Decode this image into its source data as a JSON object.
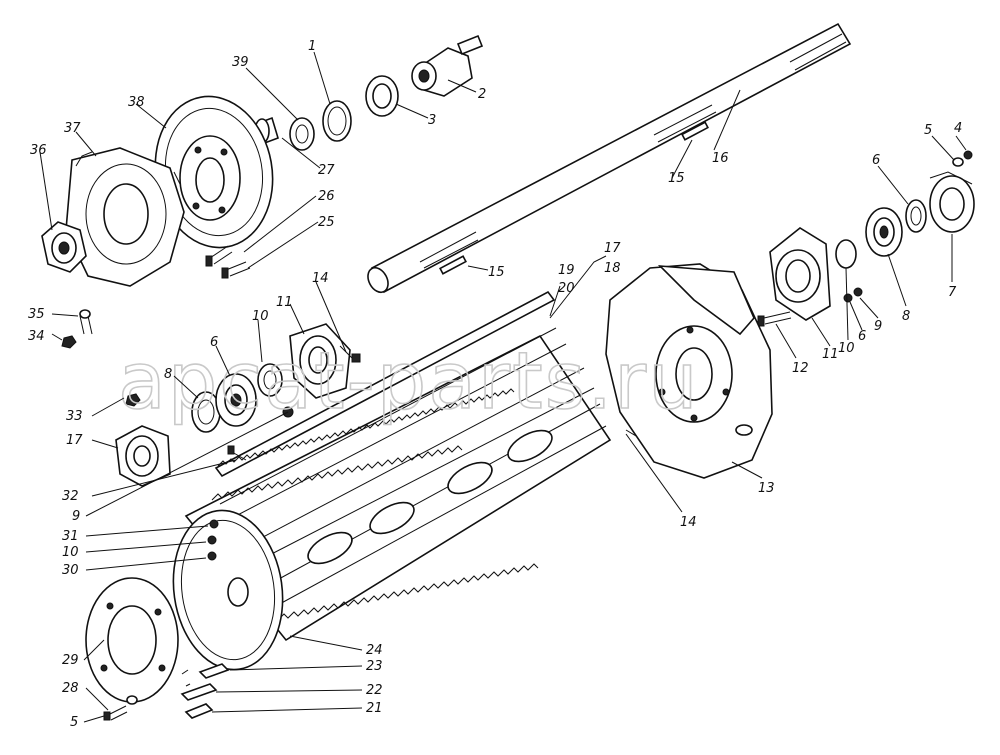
{
  "watermark": "apcat-parts.ru",
  "callouts": [
    {
      "id": "c1",
      "text": "1"
    },
    {
      "id": "c2",
      "text": "2"
    },
    {
      "id": "c3",
      "text": "3"
    },
    {
      "id": "c4a",
      "text": "4"
    },
    {
      "id": "c5a",
      "text": "5"
    },
    {
      "id": "c6a",
      "text": "6"
    },
    {
      "id": "c7a",
      "text": "7"
    },
    {
      "id": "c8a",
      "text": "8"
    },
    {
      "id": "c9a",
      "text": "9"
    },
    {
      "id": "c6b",
      "text": "6"
    },
    {
      "id": "c10a",
      "text": "10"
    },
    {
      "id": "c11a",
      "text": "11"
    },
    {
      "id": "c12",
      "text": "12"
    },
    {
      "id": "c13",
      "text": "13"
    },
    {
      "id": "c14a",
      "text": "14"
    },
    {
      "id": "c14b",
      "text": "14"
    },
    {
      "id": "c15a",
      "text": "15"
    },
    {
      "id": "c15b",
      "text": "15"
    },
    {
      "id": "c16",
      "text": "16"
    },
    {
      "id": "c17a",
      "text": "17"
    },
    {
      "id": "c18",
      "text": "18"
    },
    {
      "id": "c19",
      "text": "19"
    },
    {
      "id": "c20",
      "text": "20"
    },
    {
      "id": "c17b",
      "text": "17"
    },
    {
      "id": "c21",
      "text": "21"
    },
    {
      "id": "c22",
      "text": "22"
    },
    {
      "id": "c23",
      "text": "23"
    },
    {
      "id": "c24",
      "text": "24"
    },
    {
      "id": "c25",
      "text": "25"
    },
    {
      "id": "c26",
      "text": "26"
    },
    {
      "id": "c27",
      "text": "27"
    },
    {
      "id": "c28",
      "text": "28"
    },
    {
      "id": "c5b",
      "text": "5"
    },
    {
      "id": "c29",
      "text": "29"
    },
    {
      "id": "c30",
      "text": "30"
    },
    {
      "id": "c10b",
      "text": "10"
    },
    {
      "id": "c31",
      "text": "31"
    },
    {
      "id": "c9b",
      "text": "9"
    },
    {
      "id": "c32",
      "text": "32"
    },
    {
      "id": "c33",
      "text": "33"
    },
    {
      "id": "c8b",
      "text": "8"
    },
    {
      "id": "c6c",
      "text": "6"
    },
    {
      "id": "c10c",
      "text": "10"
    },
    {
      "id": "c11b",
      "text": "11"
    },
    {
      "id": "c34",
      "text": "34"
    },
    {
      "id": "c35",
      "text": "35"
    },
    {
      "id": "c36",
      "text": "36"
    },
    {
      "id": "c37",
      "text": "37"
    },
    {
      "id": "c38",
      "text": "38"
    },
    {
      "id": "c39",
      "text": "39"
    }
  ]
}
